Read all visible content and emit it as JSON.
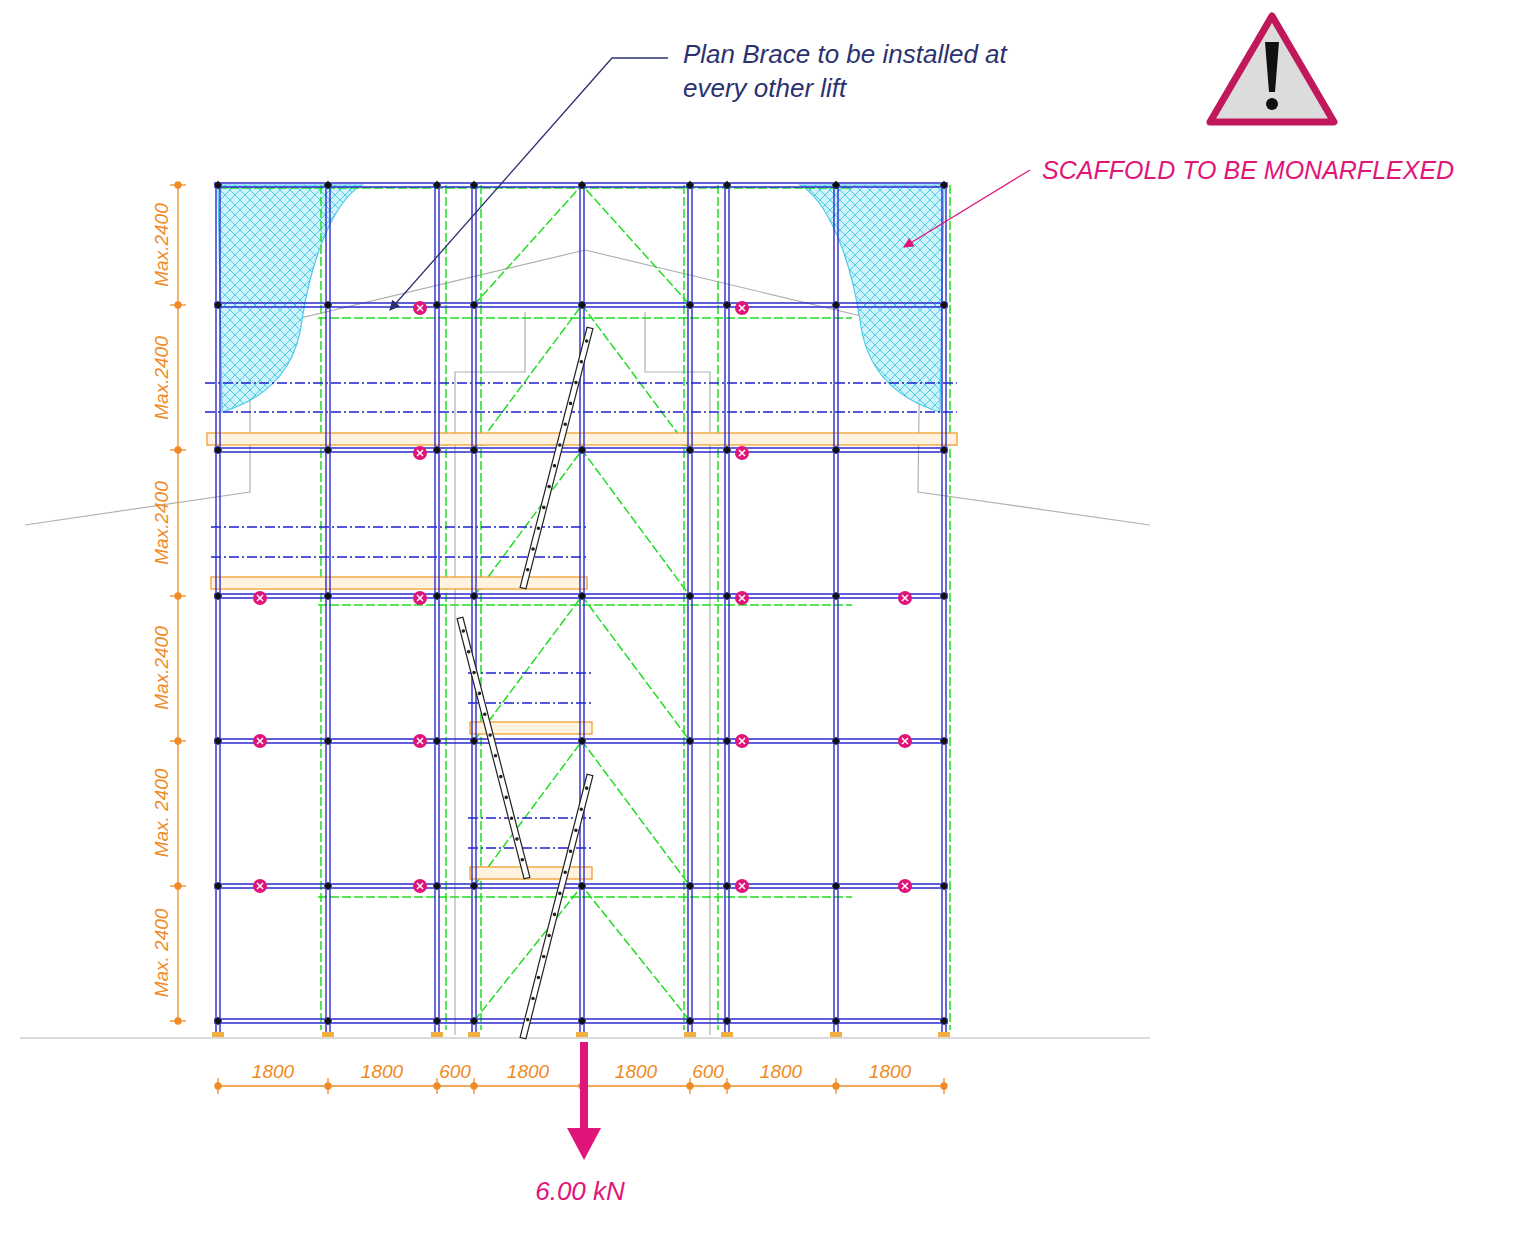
{
  "diagram": {
    "labels": [
      "Plan Brace to be installed at every other lift",
      "SCAFFOLD TO BE MONARFLEXED",
      "Max.2400",
      "Max.2400",
      "Max.2400",
      "Max.2400",
      "Max. 2400",
      "Max. 2400",
      "1800",
      "1800",
      "600",
      "1800",
      "1800",
      "600",
      "1800",
      "1800",
      "6.00 kN"
    ]
  }
}
